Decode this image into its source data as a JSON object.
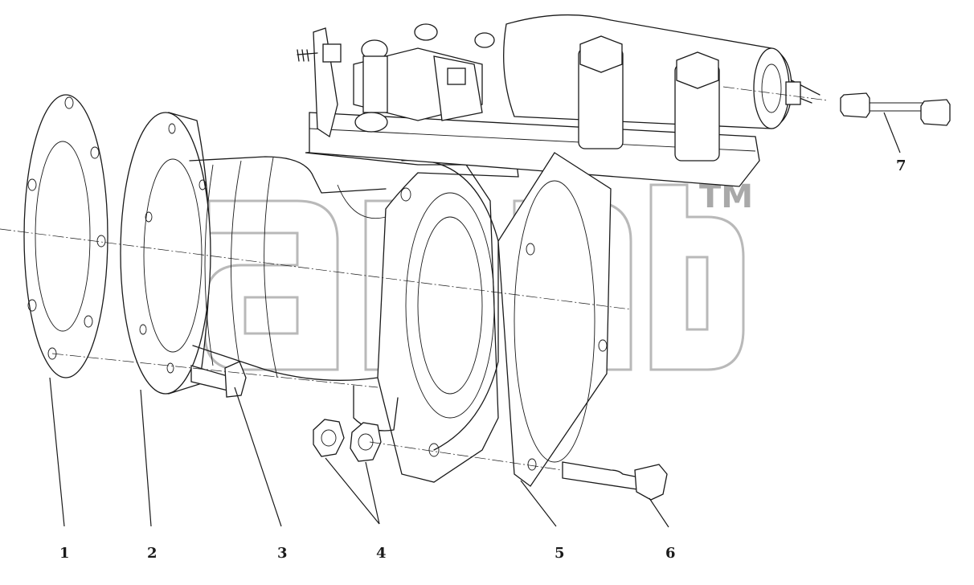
{
  "diagram": {
    "callouts": [
      {
        "id": "1",
        "label": "1"
      },
      {
        "id": "2",
        "label": "2"
      },
      {
        "id": "3",
        "label": "3"
      },
      {
        "id": "4",
        "label": "4"
      },
      {
        "id": "5",
        "label": "5"
      },
      {
        "id": "6",
        "label": "6"
      },
      {
        "id": "7",
        "label": "7"
      }
    ],
    "watermark": {
      "trademark": "TM"
    }
  }
}
